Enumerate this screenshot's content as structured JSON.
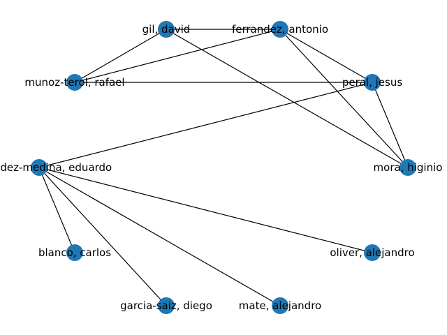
{
  "graph": {
    "node_color": "#1f77b4",
    "edge_color": "#000000",
    "nodes": [
      {
        "id": "gil",
        "label": "gil, david"
      },
      {
        "id": "ferrandez",
        "label": "ferrandez, antonio"
      },
      {
        "id": "munoz",
        "label": "munoz-terol, rafael"
      },
      {
        "id": "peral",
        "label": "peral, jesus"
      },
      {
        "id": "fernandez",
        "label": "fernandez-medina, eduardo"
      },
      {
        "id": "mora",
        "label": "mora, higinio"
      },
      {
        "id": "blanco",
        "label": "blanco, carlos"
      },
      {
        "id": "oliver",
        "label": "oliver, alejandro"
      },
      {
        "id": "garcia",
        "label": "garcia-saiz, diego"
      },
      {
        "id": "mate",
        "label": "mate, alejandro"
      }
    ],
    "edges": [
      [
        "gil",
        "ferrandez"
      ],
      [
        "gil",
        "munoz"
      ],
      [
        "gil",
        "mora"
      ],
      [
        "ferrandez",
        "munoz"
      ],
      [
        "ferrandez",
        "peral"
      ],
      [
        "ferrandez",
        "mora"
      ],
      [
        "munoz",
        "peral"
      ],
      [
        "peral",
        "fernandez"
      ],
      [
        "peral",
        "mora"
      ],
      [
        "fernandez",
        "blanco"
      ],
      [
        "fernandez",
        "garcia"
      ],
      [
        "fernandez",
        "mate"
      ],
      [
        "fernandez",
        "oliver"
      ]
    ]
  }
}
